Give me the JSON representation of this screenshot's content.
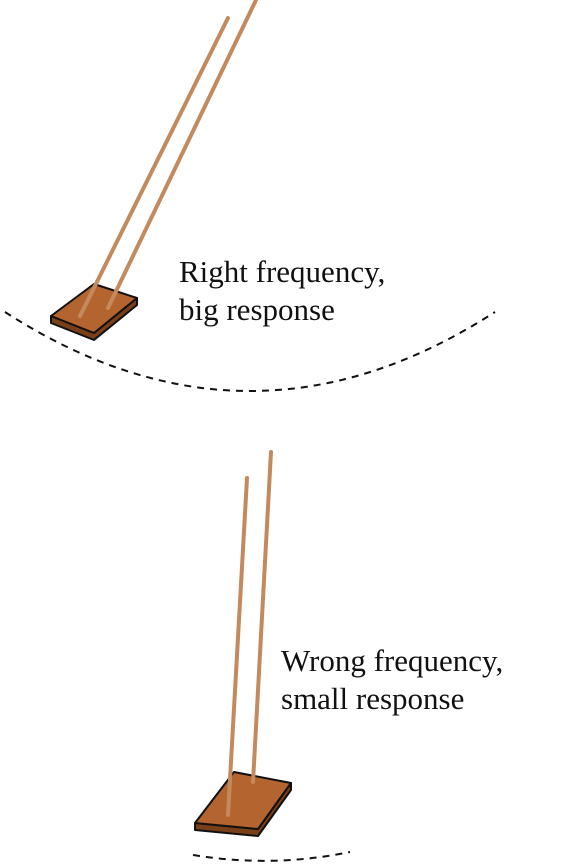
{
  "panels": [
    {
      "caption": [
        "Right frequency,",
        "big response"
      ]
    },
    {
      "caption": [
        "Wrong frequency,",
        "small response"
      ]
    }
  ],
  "colors": {
    "rod": "#c48a5e",
    "block_top": "#b4652f",
    "block_side": "#7a3f18",
    "outline": "#111111",
    "arc": "#111111",
    "text": "#111111",
    "background": "#ffffff"
  }
}
